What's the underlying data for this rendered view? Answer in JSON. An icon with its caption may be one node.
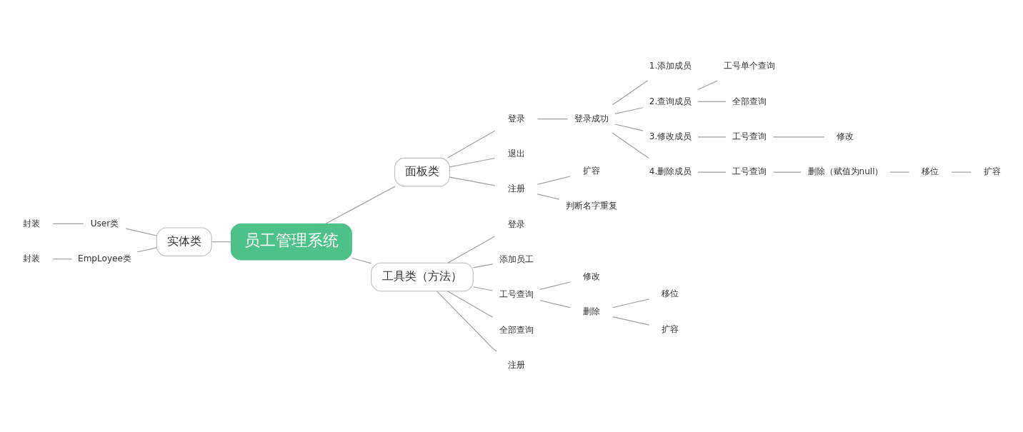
{
  "diagram": {
    "nodes": [
      {
        "text": [
          "员工管理系统"
        ]
      },
      {
        "text": [
          "实体类"
        ]
      },
      {
        "text": [
          "User类"
        ]
      },
      {
        "text": [
          "封装"
        ]
      },
      {
        "text": [
          "EmpLoyee类"
        ]
      },
      {
        "text": [
          "封装"
        ]
      },
      {
        "text": [
          "面板类"
        ]
      },
      {
        "text": [
          "登录"
        ]
      },
      {
        "text": [
          "登录成功"
        ]
      },
      {
        "text": [
          "1.添加成员"
        ]
      },
      {
        "text": [
          "2.查询成员"
        ]
      },
      {
        "text": [
          "工号单个查询"
        ]
      },
      {
        "text": [
          "全部查询"
        ]
      },
      {
        "text": [
          "3.修改成员"
        ]
      },
      {
        "text": [
          "工号查询"
        ]
      },
      {
        "text": [
          "修改"
        ]
      },
      {
        "text": [
          "4.删除成员"
        ]
      },
      {
        "text": [
          "工号查询"
        ]
      },
      {
        "text": [
          "删除（赋值为null）"
        ]
      },
      {
        "text": [
          "移位"
        ]
      },
      {
        "text": [
          "扩容"
        ]
      },
      {
        "text": [
          "退出"
        ]
      },
      {
        "text": [
          "注册"
        ]
      },
      {
        "text": [
          "扩容"
        ]
      },
      {
        "text": [
          "判断名字重复"
        ]
      },
      {
        "text": [
          "工具类（方法）"
        ]
      },
      {
        "text": [
          "登录"
        ]
      },
      {
        "text": [
          "添加员工"
        ]
      },
      {
        "text": [
          "工号查询"
        ]
      },
      {
        "text": [
          "修改"
        ]
      },
      {
        "text": [
          "删除"
        ]
      },
      {
        "text": [
          "移位"
        ]
      },
      {
        "text": [
          "扩容"
        ]
      },
      {
        "text": [
          "全部查询"
        ]
      },
      {
        "text": [
          "注册"
        ]
      }
    ],
    "edges": [
      {
        "from": 3,
        "to": 2,
        "arrow": "none"
      },
      {
        "from": 2,
        "to": 1,
        "arrow": "none"
      },
      {
        "from": 5,
        "to": 4,
        "arrow": "none"
      },
      {
        "from": 4,
        "to": 1,
        "arrow": "none"
      },
      {
        "from": 1,
        "to": 0,
        "arrow": "none"
      },
      {
        "from": 0,
        "to": 6,
        "arrow": "none"
      },
      {
        "from": 6,
        "to": 7,
        "arrow": "none"
      },
      {
        "from": 7,
        "to": 8,
        "arrow": "none"
      },
      {
        "from": 8,
        "to": 9,
        "arrow": "none"
      },
      {
        "from": 8,
        "to": 10,
        "arrow": "none"
      },
      {
        "from": 10,
        "to": 11,
        "arrow": "none"
      },
      {
        "from": 10,
        "to": 12,
        "arrow": "none"
      },
      {
        "from": 8,
        "to": 13,
        "arrow": "none"
      },
      {
        "from": 13,
        "to": 14,
        "arrow": "none"
      },
      {
        "from": 14,
        "to": 15,
        "arrow": "none"
      },
      {
        "from": 8,
        "to": 16,
        "arrow": "none"
      },
      {
        "from": 16,
        "to": 17,
        "arrow": "none"
      },
      {
        "from": 17,
        "to": 18,
        "arrow": "none"
      },
      {
        "from": 18,
        "to": 19,
        "arrow": "none"
      },
      {
        "from": 19,
        "to": 20,
        "arrow": "none"
      },
      {
        "from": 6,
        "to": 21,
        "arrow": "none"
      },
      {
        "from": 6,
        "to": 22,
        "arrow": "none"
      },
      {
        "from": 22,
        "to": 23,
        "arrow": "none"
      },
      {
        "from": 22,
        "to": 24,
        "arrow": "none"
      },
      {
        "from": 0,
        "to": 25,
        "arrow": "none"
      },
      {
        "from": 25,
        "to": 26,
        "arrow": "none"
      },
      {
        "from": 25,
        "to": 27,
        "arrow": "none"
      },
      {
        "from": 25,
        "to": 28,
        "arrow": "none"
      },
      {
        "from": 28,
        "to": 29,
        "arrow": "none"
      },
      {
        "from": 28,
        "to": 30,
        "arrow": "none"
      },
      {
        "from": 30,
        "to": 31,
        "arrow": "none"
      },
      {
        "from": 30,
        "to": 32,
        "arrow": "none"
      },
      {
        "from": 25,
        "to": 33,
        "arrow": "none"
      },
      {
        "from": 25,
        "to": 34,
        "arrow": "none"
      }
    ]
  }
}
